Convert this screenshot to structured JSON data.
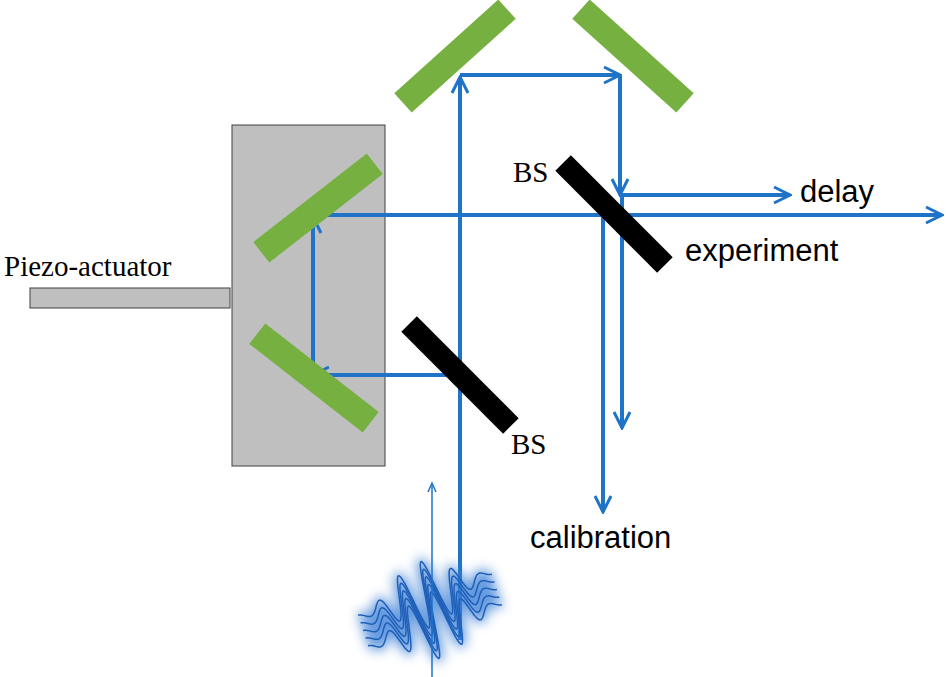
{
  "diagram": {
    "labels": [
      "Piezo-actuator",
      "BS",
      "delay",
      "experiment",
      "BS",
      "calibration"
    ]
  }
}
